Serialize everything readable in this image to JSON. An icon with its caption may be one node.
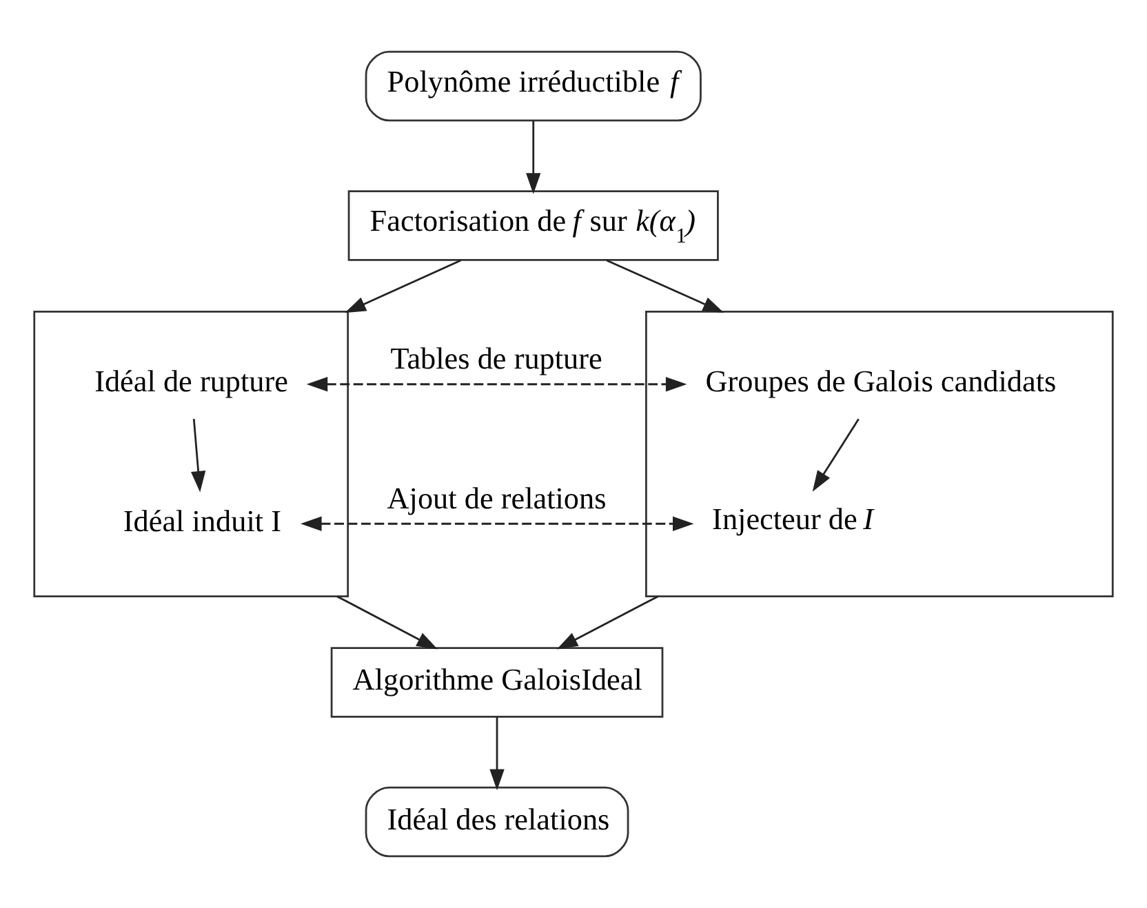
{
  "diagram": {
    "nodes": [
      {
        "text": [
          "Polynôme irréductible *f*"
        ]
      },
      {
        "text": [
          "Factorisation de *f* sur *k(α*$_{1}$*)*"
        ]
      },
      {
        "text": [],
        "shape": "box"
      },
      {
        "text": [
          "Idéal de rupture"
        ],
        "in": 2
      },
      {
        "text": [
          "Idéal induit I"
        ],
        "in": 2
      },
      {
        "text": [],
        "shape": "box"
      },
      {
        "text": [
          "Groupes de Galois candidats"
        ],
        "in": 5
      },
      {
        "text": [
          "Injecteur de *I*"
        ],
        "in": 5
      },
      {
        "text": [
          "Algorithme GaloisIdeal"
        ]
      },
      {
        "text": [
          "Idéal des relations"
        ]
      }
    ],
    "edges": [
      {
        "from": 0,
        "to": 1,
        "arrow": "to"
      },
      {
        "from": 1,
        "to": 2,
        "arrow": "to"
      },
      {
        "from": 1,
        "to": 5,
        "arrow": "to"
      },
      {
        "from": 3,
        "to": 6,
        "arrow": "both",
        "label": "Tables de rupture",
        "style": "dashed"
      },
      {
        "from": 3,
        "to": 4,
        "arrow": "to"
      },
      {
        "from": 6,
        "to": 7,
        "arrow": "to"
      },
      {
        "from": 4,
        "to": 7,
        "arrow": "both",
        "label": "Ajout de relations",
        "style": "dashed"
      },
      {
        "from": 2,
        "to": 8,
        "arrow": "to"
      },
      {
        "from": 5,
        "to": 8,
        "arrow": "to"
      },
      {
        "from": 8,
        "to": 9,
        "arrow": "to"
      }
    ]
  }
}
